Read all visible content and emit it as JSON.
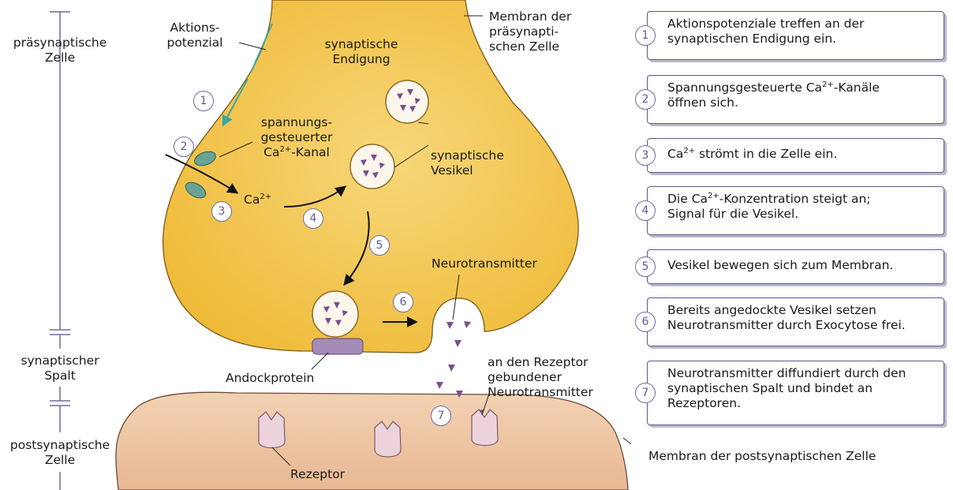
{
  "labels": {
    "presynaptic_cell": [
      "präsynaptische",
      "Zelle"
    ],
    "synaptic_cleft": [
      "synaptischer",
      "Spalt"
    ],
    "postsynaptic_cell": [
      "postsynaptische",
      "Zelle"
    ],
    "action_potential": [
      "Aktions-",
      "potenzial"
    ],
    "presynaptic_membrane": [
      "Membran der",
      "präsynapti-",
      "schen Zelle"
    ],
    "synaptic_terminal": [
      "synaptische",
      "Endigung"
    ],
    "ca_channel": [
      "spannungs-",
      "gesteuerter",
      "Ca",
      "2+",
      "-Kanal"
    ],
    "synaptic_vesicles": [
      "synaptische",
      "Vesikel"
    ],
    "calcium": [
      "Ca",
      "2+"
    ],
    "neurotransmitter": "Neurotransmitter",
    "docking_protein": "Andockprotein",
    "bound_neurotransmitter": [
      "an den Rezeptor",
      "gebundener",
      "Neurotransmitter"
    ],
    "receptor": "Rezeptor",
    "postsynaptic_membrane": "Membran der postsynaptischen Zelle"
  },
  "diagram_numbers": [
    "1",
    "2",
    "3",
    "4",
    "5",
    "6",
    "7"
  ],
  "steps": [
    {
      "num": "1",
      "lines": [
        "Aktionspotenziale treffen an der",
        "synaptischen Endigung ein."
      ]
    },
    {
      "num": "2",
      "parts": [
        "Spannungsgesteuerte Ca",
        "2+",
        "-Kanäle"
      ],
      "line2": "öffnen sich."
    },
    {
      "num": "3",
      "parts": [
        "Ca",
        "2+",
        " strömt in die Zelle ein."
      ]
    },
    {
      "num": "4",
      "parts": [
        "Die Ca",
        "2+",
        "-Konzentration steigt an;"
      ],
      "line2": "Signal für die Vesikel."
    },
    {
      "num": "5",
      "lines": [
        "Vesikel bewegen sich zum Membran."
      ]
    },
    {
      "num": "6",
      "lines": [
        "Bereits angedockte Vesikel setzen",
        "Neurotransmitter durch Exocytose frei."
      ]
    },
    {
      "num": "7",
      "lines": [
        "Neurotransmitter diffundiert durch den",
        "synaptischen Spalt und bindet an",
        "Rezeptoren."
      ]
    }
  ],
  "colors": {
    "presynaptic_fill": "#f2c14a",
    "postsynaptic_fill": "#f0c9a8",
    "vesicle_content": "#7a4e8e",
    "channel": "#6aa394",
    "docking_protein": "#a58bb8",
    "receptor": "#ecd3dc",
    "action_potential_arrow": "#3aa8a0",
    "step_border": "#5a5a8a"
  }
}
